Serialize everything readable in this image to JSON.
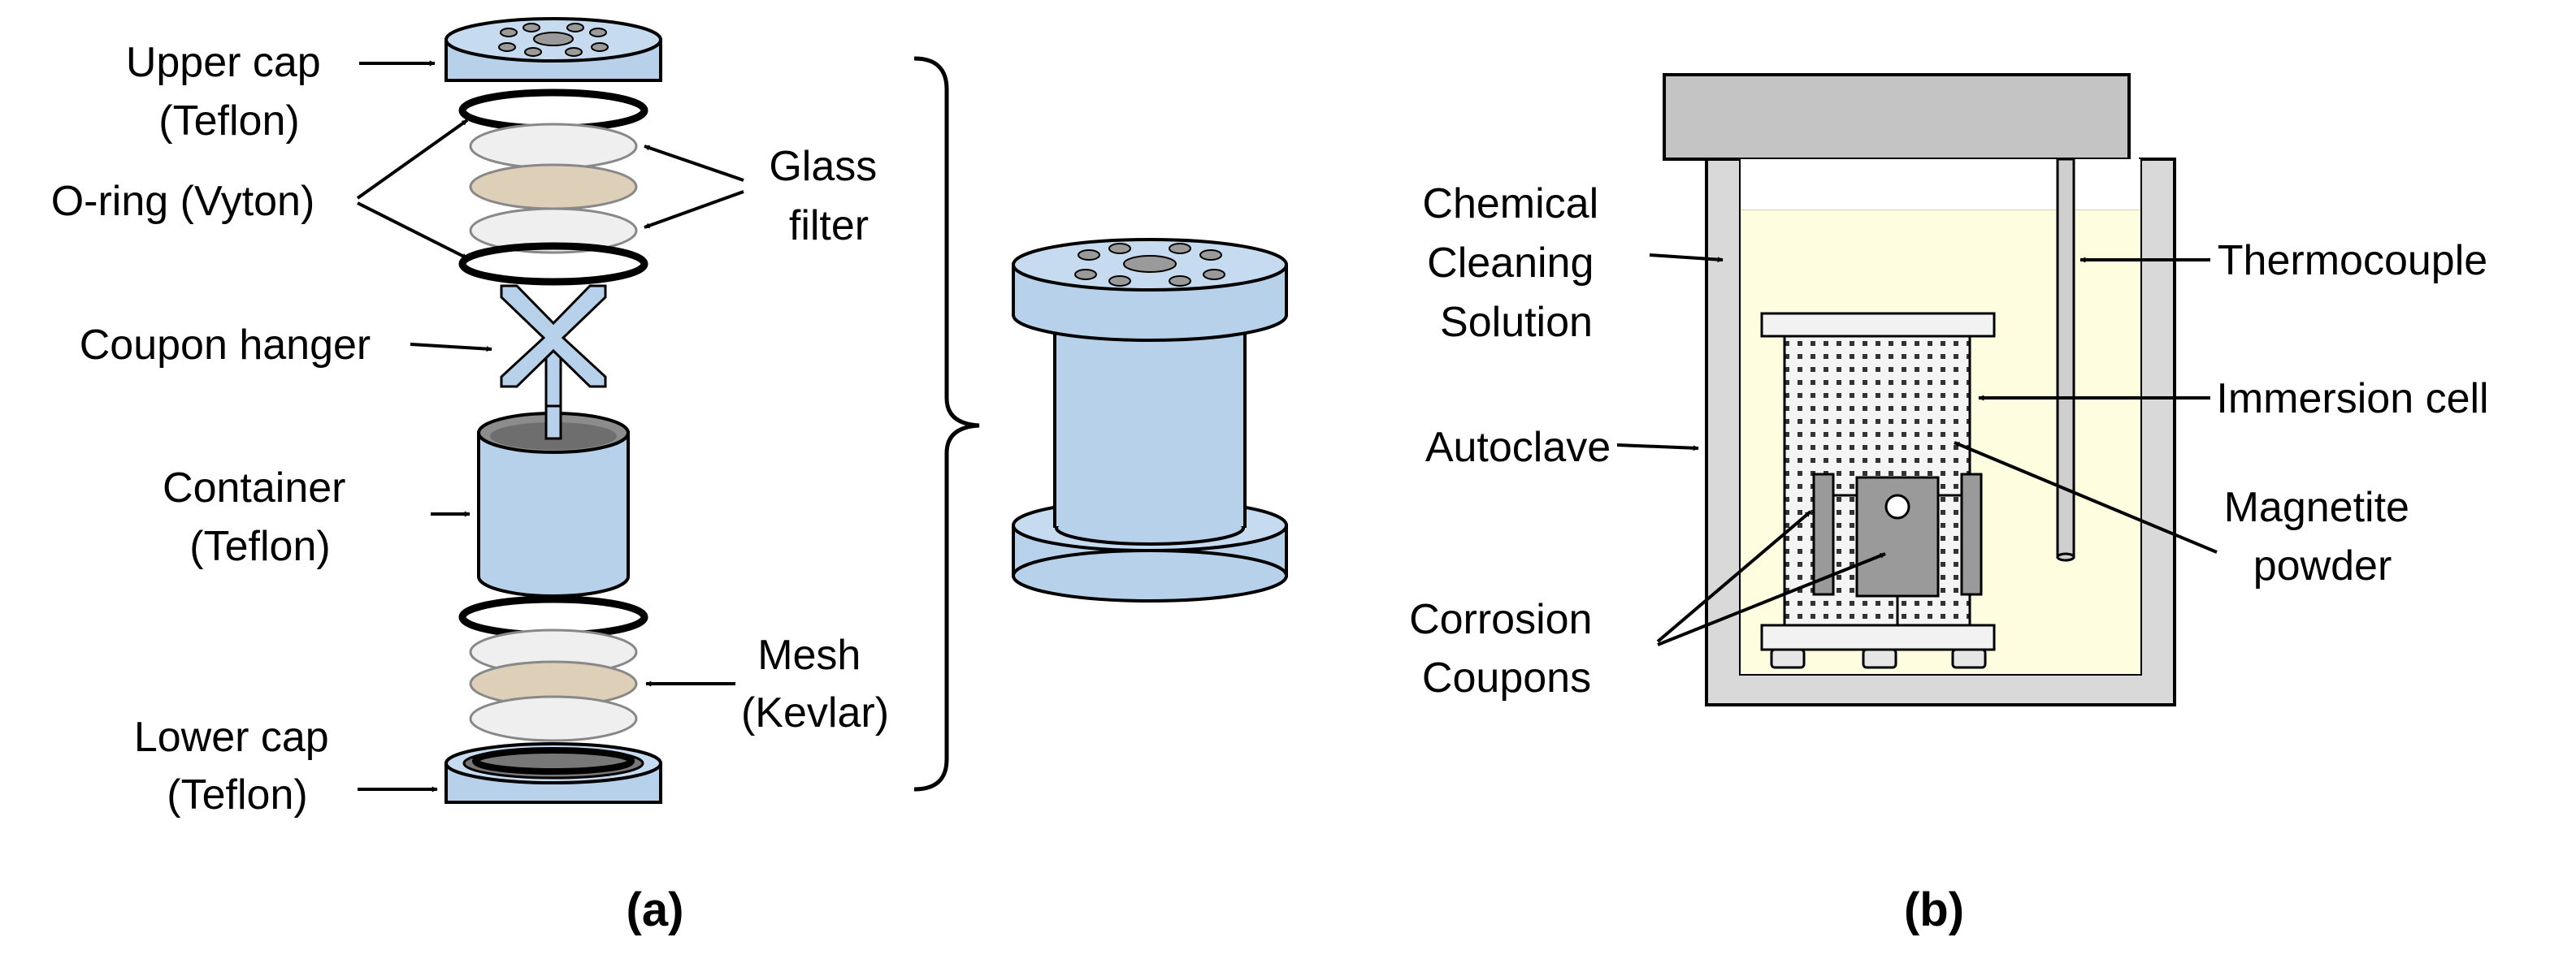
{
  "panel_a": {
    "caption": "(a)",
    "labels": {
      "upper_cap": [
        "Upper cap",
        "(Teflon)"
      ],
      "o_ring": [
        "O-ring (Vyton)"
      ],
      "glass_filter": [
        "Glass",
        "filter"
      ],
      "coupon_hanger": [
        "Coupon hanger"
      ],
      "container": [
        "Container",
        "(Teflon)"
      ],
      "mesh": [
        "Mesh",
        "(Kevlar)"
      ],
      "lower_cap": [
        "Lower cap",
        "(Teflon)"
      ]
    }
  },
  "panel_b": {
    "caption": "(b)",
    "labels": {
      "solution": [
        "Chemical",
        "Cleaning",
        "Solution"
      ],
      "thermocouple": [
        "Thermocouple"
      ],
      "immersion_cell": [
        "Immersion cell"
      ],
      "autoclave": [
        "Autoclave"
      ],
      "magnetite": [
        "Magnetite",
        "powder"
      ],
      "coupons": [
        "Corrosion",
        "Coupons"
      ]
    }
  },
  "colors": {
    "teflon_blue": "#b7d1ea",
    "solution_yellow": "#fffde0",
    "autoclave_gray": "#d9d9d9",
    "mesh_tan": "#ded0b8"
  }
}
